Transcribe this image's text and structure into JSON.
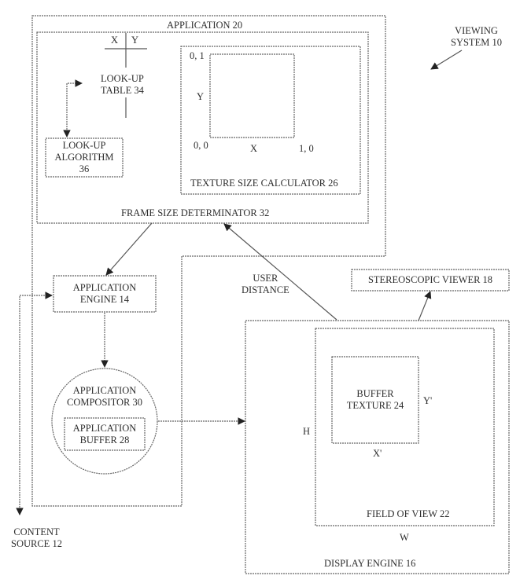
{
  "figure": {
    "viewing_system": "VIEWING\nSYSTEM 10",
    "application": "APPLICATION 20",
    "frame_size_determinator": "FRAME SIZE DETERMINATOR 32",
    "lookup_table": {
      "label": "LOOK-UP\nTABLE 34",
      "col_x": "X",
      "col_y": "Y"
    },
    "lookup_algorithm": "LOOK-UP\nALGORITHM\n36",
    "texture_size_calculator": {
      "label": "TEXTURE SIZE CALCULATOR 26",
      "corner_top_left": "0, 1",
      "corner_bottom_left": "0, 0",
      "corner_bottom_right": "1, 0",
      "axis_x": "X",
      "axis_y": "Y"
    },
    "application_engine": "APPLICATION\nENGINE 14",
    "application_compositor": "APPLICATION\nCOMPOSITOR 30",
    "application_buffer": "APPLICATION\nBUFFER 28",
    "user_distance": "USER\nDISTANCE",
    "stereoscopic_viewer": "STEREOSCOPIC VIEWER 18",
    "display_engine": "DISPLAY ENGINE 16",
    "field_of_view": {
      "label": "FIELD OF VIEW 22",
      "width_label": "W",
      "height_label": "H"
    },
    "buffer_texture": {
      "label": "BUFFER\nTEXTURE 24",
      "width_label": "X'",
      "height_label": "Y'"
    },
    "content_source": "CONTENT\nSOURCE 12"
  }
}
